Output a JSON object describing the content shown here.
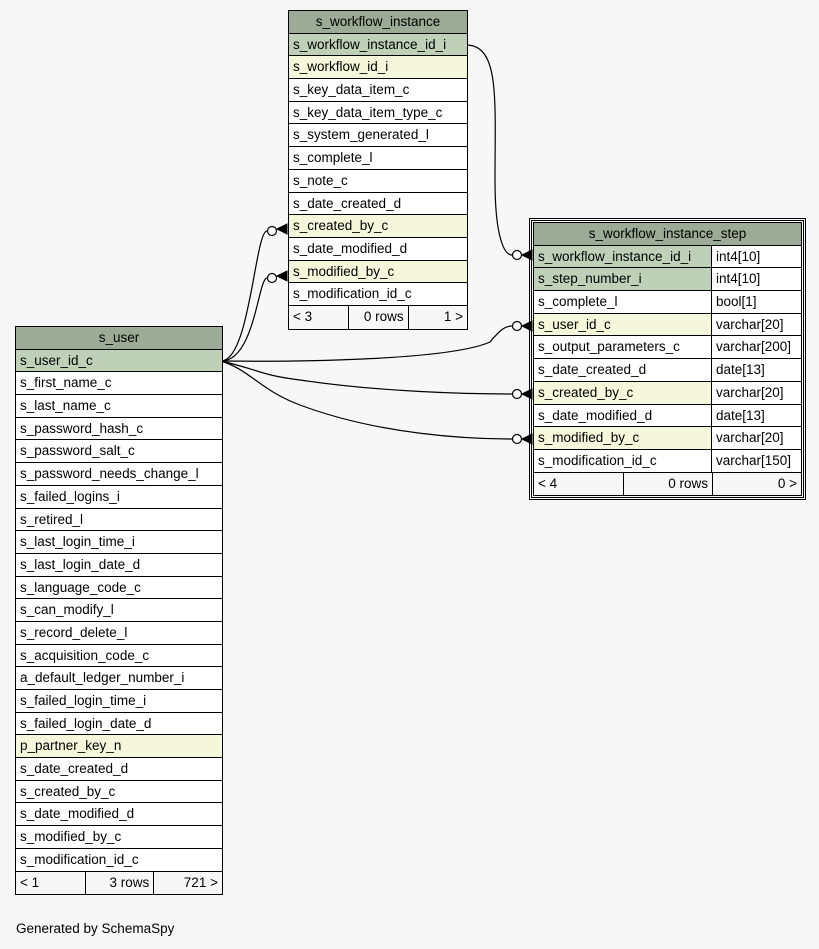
{
  "tables": {
    "wfi": {
      "name": "s_workflow_instance",
      "columns": [
        {
          "name": "s_workflow_instance_id_i",
          "kind": "pk"
        },
        {
          "name": "s_workflow_id_i",
          "kind": "fk"
        },
        {
          "name": "s_key_data_item_c",
          "kind": ""
        },
        {
          "name": "s_key_data_item_type_c",
          "kind": ""
        },
        {
          "name": "s_system_generated_l",
          "kind": ""
        },
        {
          "name": "s_complete_l",
          "kind": ""
        },
        {
          "name": "s_note_c",
          "kind": ""
        },
        {
          "name": "s_date_created_d",
          "kind": ""
        },
        {
          "name": "s_created_by_c",
          "kind": "fk"
        },
        {
          "name": "s_date_modified_d",
          "kind": ""
        },
        {
          "name": "s_modified_by_c",
          "kind": "fk"
        },
        {
          "name": "s_modification_id_c",
          "kind": ""
        }
      ],
      "footer": {
        "parents": "< 3",
        "rows": "0 rows",
        "children": "1 >"
      }
    },
    "user": {
      "name": "s_user",
      "columns": [
        {
          "name": "s_user_id_c",
          "kind": "pk"
        },
        {
          "name": "s_first_name_c",
          "kind": ""
        },
        {
          "name": "s_last_name_c",
          "kind": ""
        },
        {
          "name": "s_password_hash_c",
          "kind": ""
        },
        {
          "name": "s_password_salt_c",
          "kind": ""
        },
        {
          "name": "s_password_needs_change_l",
          "kind": ""
        },
        {
          "name": "s_failed_logins_i",
          "kind": ""
        },
        {
          "name": "s_retired_l",
          "kind": ""
        },
        {
          "name": "s_last_login_time_i",
          "kind": ""
        },
        {
          "name": "s_last_login_date_d",
          "kind": ""
        },
        {
          "name": "s_language_code_c",
          "kind": ""
        },
        {
          "name": "s_can_modify_l",
          "kind": ""
        },
        {
          "name": "s_record_delete_l",
          "kind": ""
        },
        {
          "name": "s_acquisition_code_c",
          "kind": ""
        },
        {
          "name": "a_default_ledger_number_i",
          "kind": ""
        },
        {
          "name": "s_failed_login_time_i",
          "kind": ""
        },
        {
          "name": "s_failed_login_date_d",
          "kind": ""
        },
        {
          "name": "p_partner_key_n",
          "kind": "fk"
        },
        {
          "name": "s_date_created_d",
          "kind": ""
        },
        {
          "name": "s_created_by_c",
          "kind": ""
        },
        {
          "name": "s_date_modified_d",
          "kind": ""
        },
        {
          "name": "s_modified_by_c",
          "kind": ""
        },
        {
          "name": "s_modification_id_c",
          "kind": ""
        }
      ],
      "footer": {
        "parents": "< 1",
        "rows": "3 rows",
        "children": "721 >"
      }
    },
    "step": {
      "name": "s_workflow_instance_step",
      "columns": [
        {
          "name": "s_workflow_instance_id_i",
          "type": "int4[10]",
          "kind": "pk"
        },
        {
          "name": "s_step_number_i",
          "type": "int4[10]",
          "kind": "pk"
        },
        {
          "name": "s_complete_l",
          "type": "bool[1]",
          "kind": ""
        },
        {
          "name": "s_user_id_c",
          "type": "varchar[20]",
          "kind": "fk"
        },
        {
          "name": "s_output_parameters_c",
          "type": "varchar[200]",
          "kind": ""
        },
        {
          "name": "s_date_created_d",
          "type": "date[13]",
          "kind": ""
        },
        {
          "name": "s_created_by_c",
          "type": "varchar[20]",
          "kind": "fk"
        },
        {
          "name": "s_date_modified_d",
          "type": "date[13]",
          "kind": ""
        },
        {
          "name": "s_modified_by_c",
          "type": "varchar[20]",
          "kind": "fk"
        },
        {
          "name": "s_modification_id_c",
          "type": "varchar[150]",
          "kind": ""
        }
      ],
      "footer": {
        "parents": "< 4",
        "rows": "0 rows",
        "children": "0 >"
      }
    }
  },
  "generated_by": "Generated by SchemaSpy",
  "colors": {
    "header": "#9bab96",
    "pk": "#bed1b8",
    "fk": "#f4f7da",
    "background": "#f7f7f7"
  }
}
